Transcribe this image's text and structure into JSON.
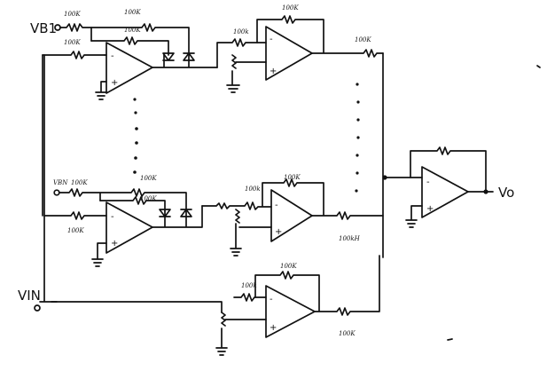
{
  "labels": {
    "vb1": "VB1",
    "vbn": "VBN",
    "vin": "VIN",
    "vo": "Vo"
  },
  "resistors": {
    "r_100k": "100K",
    "r_100k_alt": "100k",
    "r_100kh": "100kH"
  },
  "signs": {
    "minus": "-",
    "plus": "+"
  },
  "icons": {
    "opamp": "triangle-opamp-icon",
    "diode": "diode-icon",
    "ground": "ground-icon",
    "resistor": "zigzag-resistor-icon",
    "potentiometer": "potentiometer-icon"
  }
}
